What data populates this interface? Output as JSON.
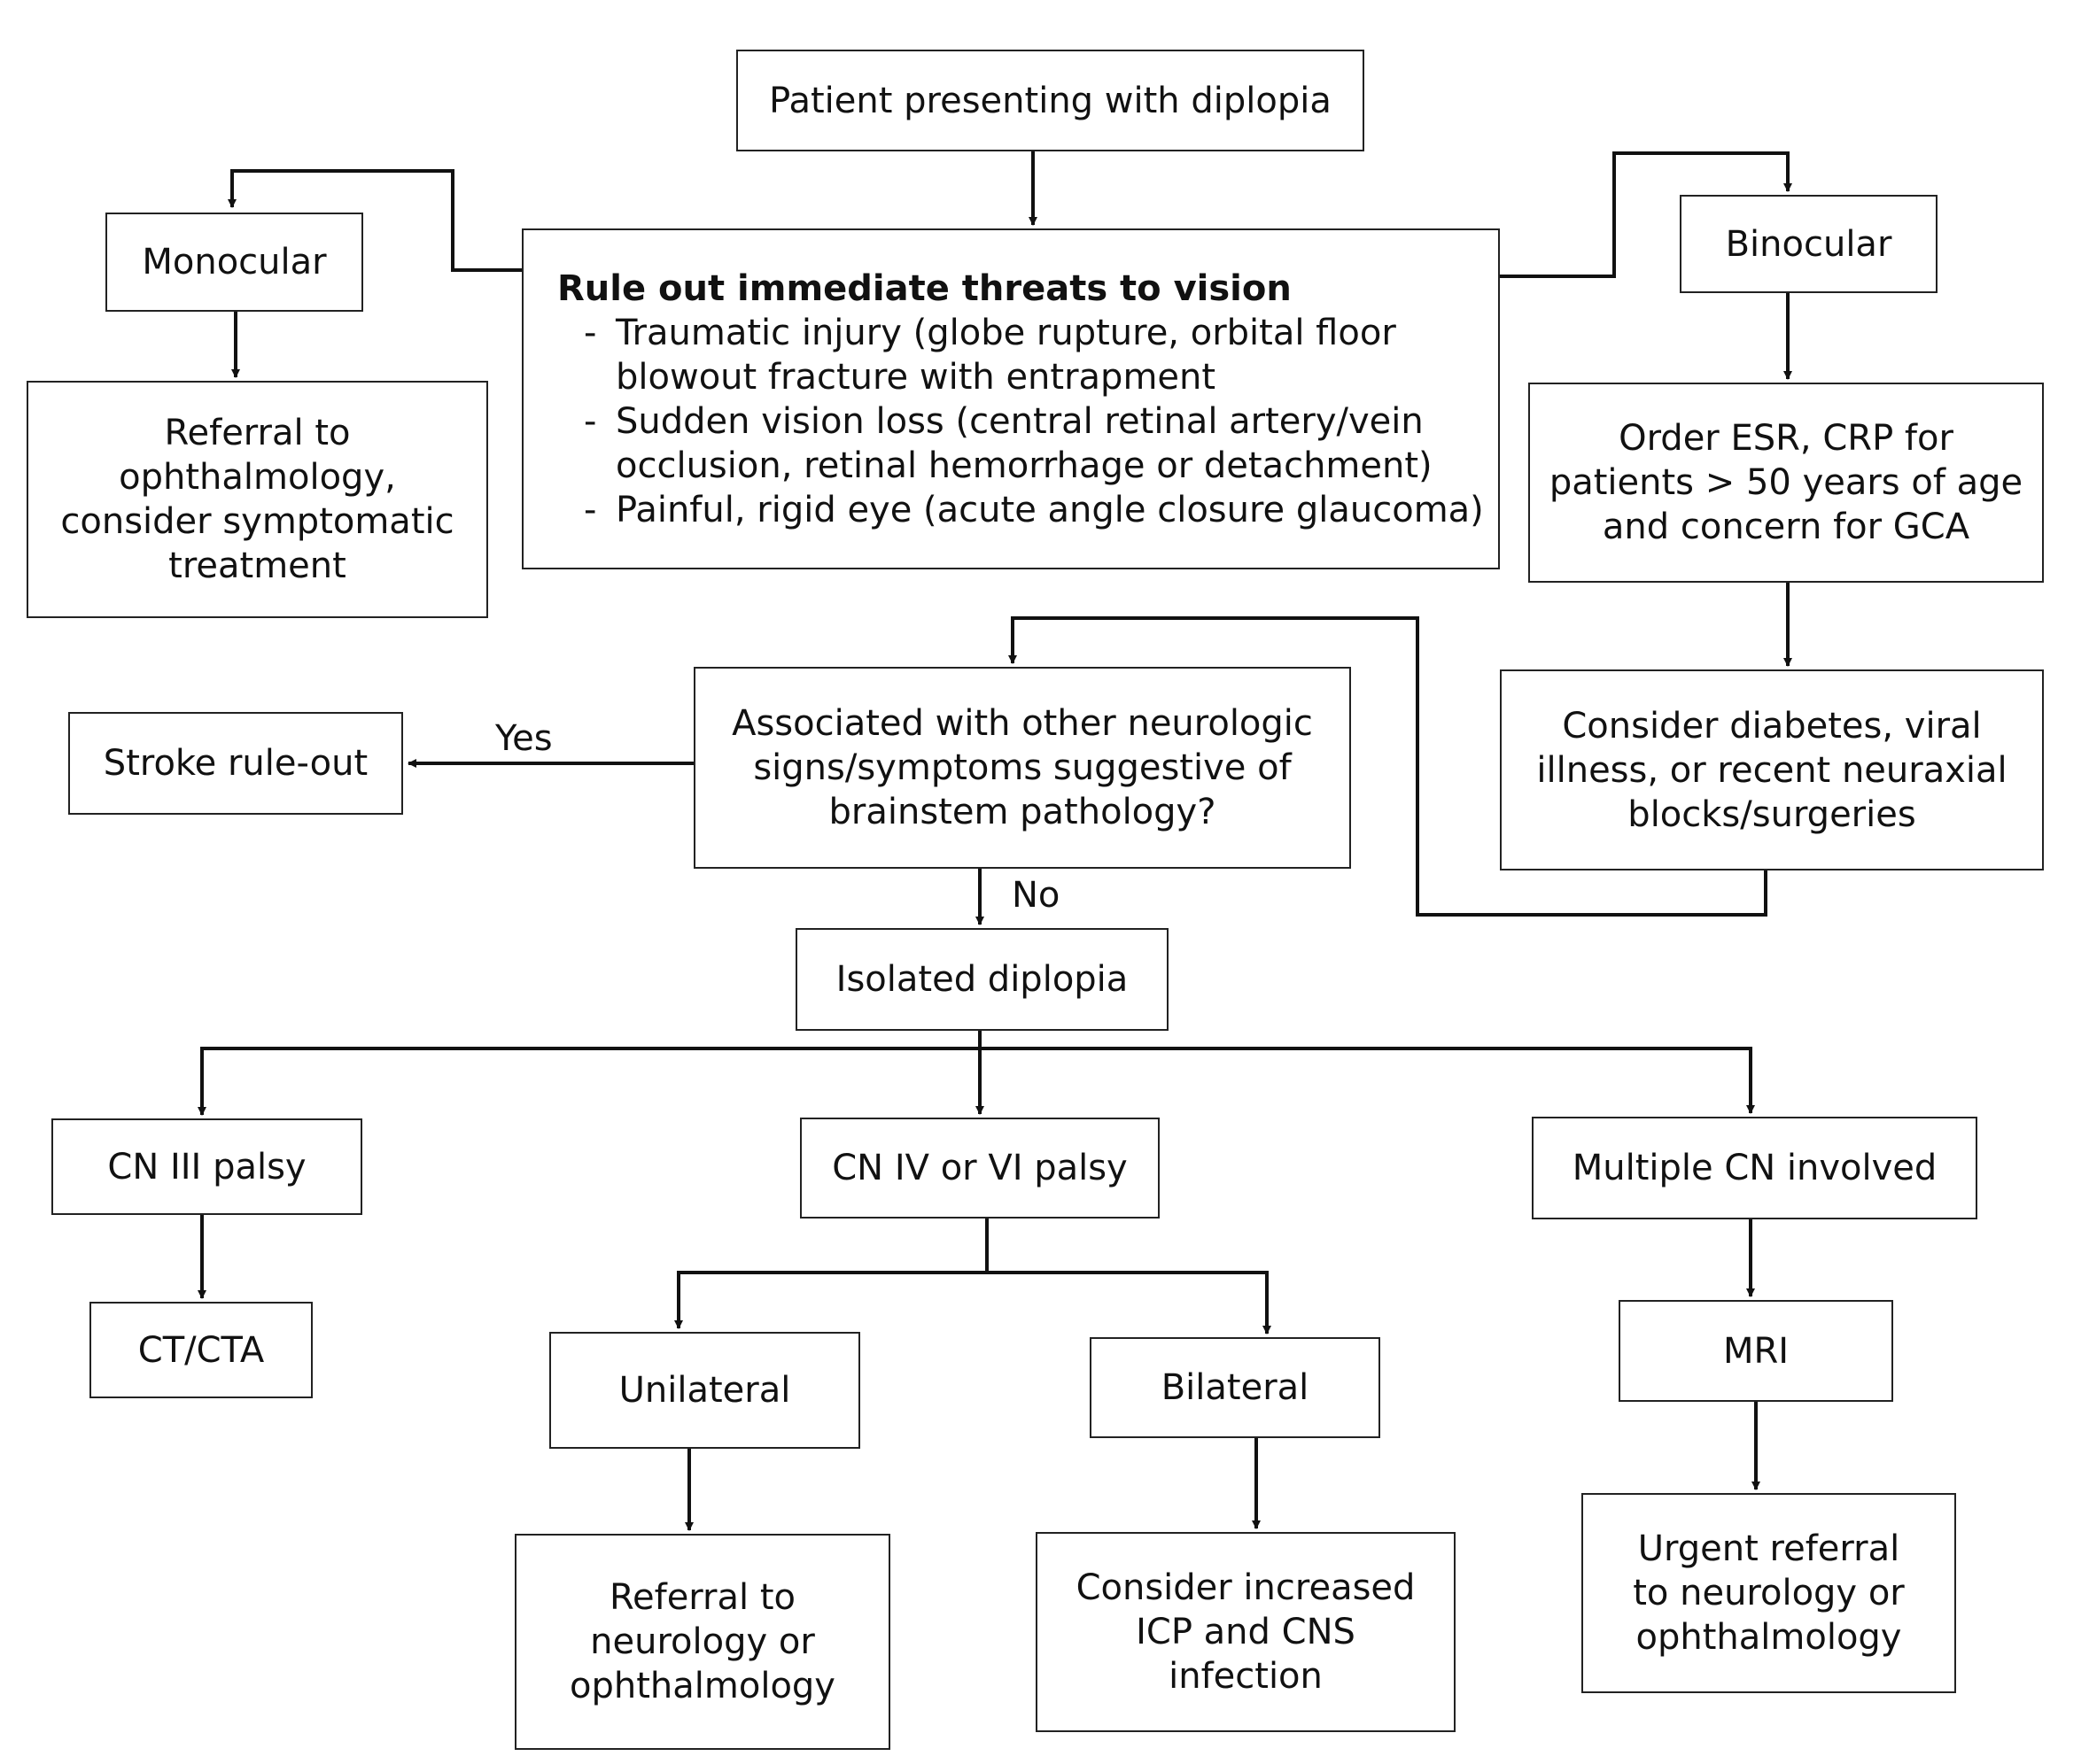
{
  "nodes": {
    "start": {
      "lines": [
        "Patient presenting with diplopia"
      ]
    },
    "threats": {
      "heading": "Rule out immediate threats to vision",
      "bullets": [
        {
          "lines": [
            "Traumatic injury (globe rupture, orbital floor",
            "blowout fracture with entrapment"
          ]
        },
        {
          "lines": [
            "Sudden vision loss (central retinal artery/vein",
            "occlusion, retinal hemorrhage or detachment)"
          ]
        },
        {
          "lines": [
            "Painful, rigid eye (acute angle closure glaucoma)"
          ]
        }
      ],
      "bullet_marker": "-"
    },
    "monocular": {
      "lines": [
        "Monocular"
      ]
    },
    "monocular_referral": {
      "lines": [
        "Referral to",
        "ophthalmology,",
        "consider symptomatic",
        "treatment"
      ]
    },
    "binocular": {
      "lines": [
        "Binocular"
      ]
    },
    "order_esr": {
      "lines": [
        "Order ESR, CRP for",
        "patients > 50 years of age",
        "and concern for GCA"
      ]
    },
    "consider_diabetes": {
      "lines": [
        "Consider diabetes, viral",
        "illness, or recent neuraxial",
        "blocks/surgeries"
      ]
    },
    "brainstem_question": {
      "lines": [
        "Associated with other neurologic",
        "signs/symptoms suggestive of",
        "brainstem pathology?"
      ]
    },
    "stroke": {
      "lines": [
        "Stroke rule-out"
      ]
    },
    "isolated": {
      "lines": [
        "Isolated diplopia"
      ]
    },
    "cn3": {
      "lines": [
        "CN III palsy"
      ]
    },
    "ct": {
      "lines": [
        "CT/CTA"
      ]
    },
    "cn46": {
      "lines": [
        "CN IV or VI palsy"
      ]
    },
    "unilateral": {
      "lines": [
        "Unilateral"
      ]
    },
    "unilateral_referral": {
      "lines": [
        "Referral to",
        "neurology or",
        "ophthalmology"
      ]
    },
    "bilateral": {
      "lines": [
        "Bilateral"
      ]
    },
    "bilateral_consider": {
      "lines": [
        "Consider increased",
        "ICP and CNS",
        "infection"
      ]
    },
    "multiple": {
      "lines": [
        "Multiple CN involved"
      ]
    },
    "mri": {
      "lines": [
        "MRI"
      ]
    },
    "urgent_referral": {
      "lines": [
        "Urgent referral",
        "to neurology or",
        "ophthalmology"
      ]
    }
  },
  "edge_labels": {
    "yes": "Yes",
    "no": "No"
  },
  "style": {
    "line_color": "#111111",
    "box_border": "#222222",
    "background": "#ffffff"
  }
}
